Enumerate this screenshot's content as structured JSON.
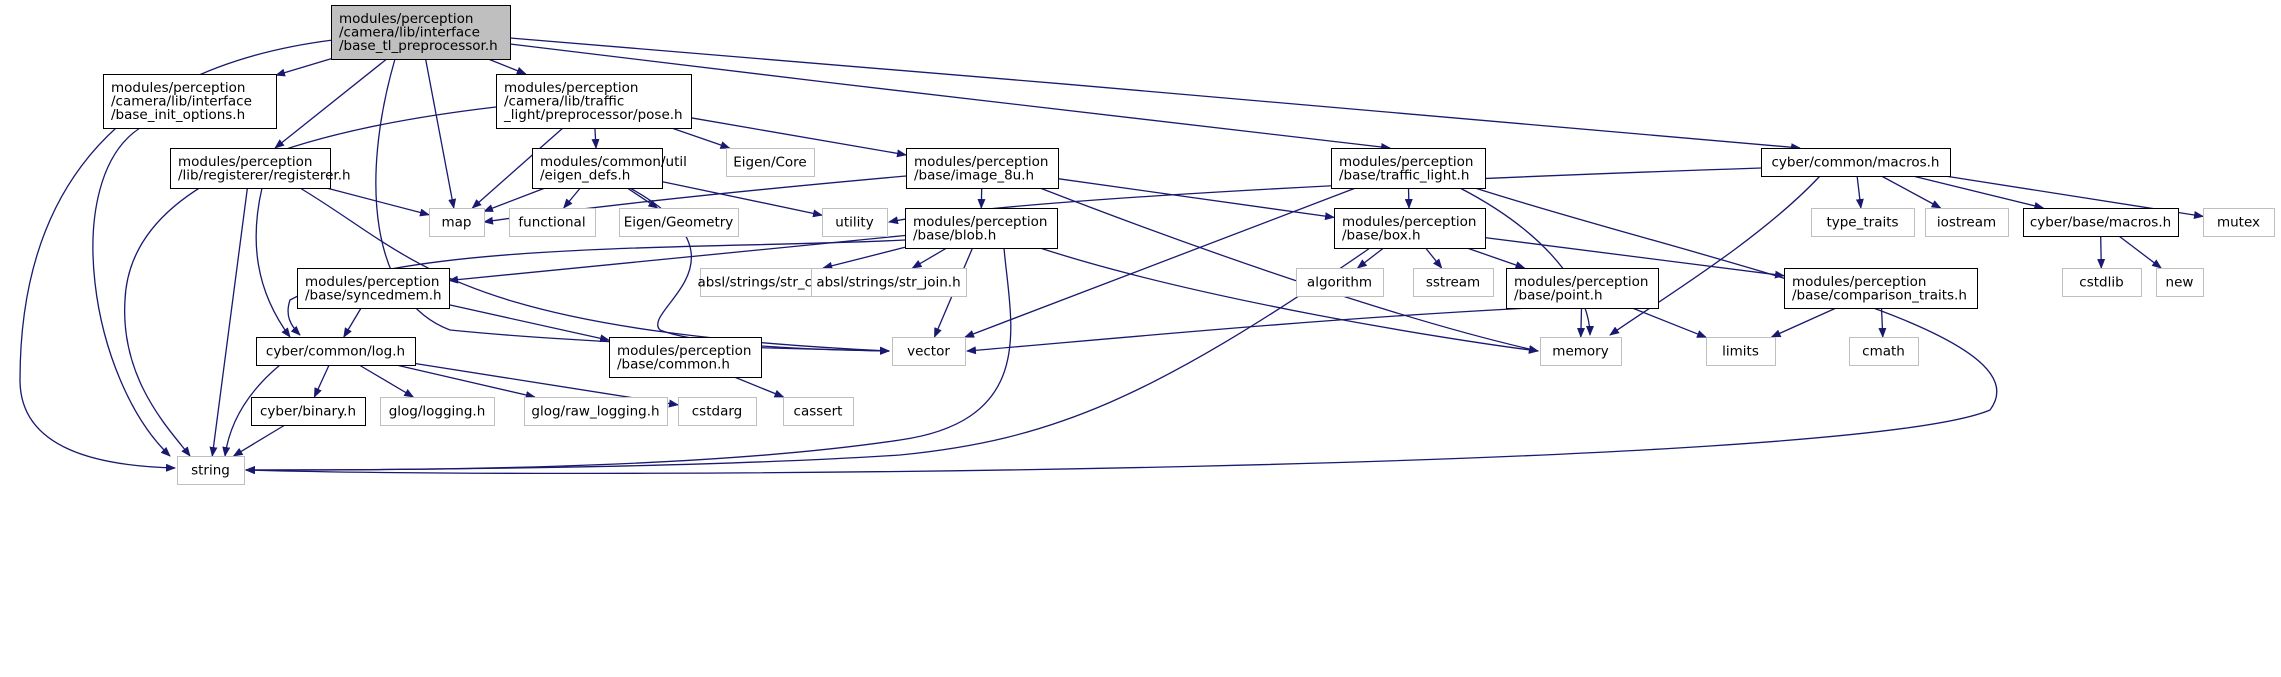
{
  "graph": {
    "colors": {
      "edge": "#191970",
      "root_fill": "#bfbfbf",
      "root_border": "#000000",
      "local_border": "#000000",
      "system_border": "#bfbfbf",
      "system_text": "#000000"
    },
    "nodes": [
      {
        "id": "root",
        "kind": "root",
        "lines": [
          "modules/perception",
          "/camera/lib/interface",
          "/base_tl_preprocessor.h"
        ]
      },
      {
        "id": "init_options",
        "kind": "local",
        "lines": [
          "modules/perception",
          "/camera/lib/interface",
          "/base_init_options.h"
        ]
      },
      {
        "id": "pose",
        "kind": "local",
        "lines": [
          "modules/perception",
          "/camera/lib/traffic",
          "_light/preprocessor/pose.h"
        ]
      },
      {
        "id": "registerer",
        "kind": "local",
        "lines": [
          "modules/perception",
          "/lib/registerer/registerer.h"
        ]
      },
      {
        "id": "eigen_defs",
        "kind": "local",
        "lines": [
          "modules/common/util",
          "/eigen_defs.h"
        ]
      },
      {
        "id": "eigen_core",
        "kind": "system",
        "lines": [
          "Eigen/Core"
        ]
      },
      {
        "id": "image8u",
        "kind": "local",
        "lines": [
          "modules/perception",
          "/base/image_8u.h"
        ]
      },
      {
        "id": "traffic_light",
        "kind": "local",
        "lines": [
          "modules/perception",
          "/base/traffic_light.h"
        ]
      },
      {
        "id": "cyber_macros",
        "kind": "local",
        "lines": [
          "cyber/common/macros.h"
        ]
      },
      {
        "id": "map",
        "kind": "system",
        "lines": [
          "map"
        ]
      },
      {
        "id": "functional",
        "kind": "system",
        "lines": [
          "functional"
        ]
      },
      {
        "id": "eigen_geometry",
        "kind": "system",
        "lines": [
          "Eigen/Geometry"
        ]
      },
      {
        "id": "utility",
        "kind": "system",
        "lines": [
          "utility"
        ]
      },
      {
        "id": "blob",
        "kind": "local",
        "lines": [
          "modules/perception",
          "/base/blob.h"
        ]
      },
      {
        "id": "box",
        "kind": "local",
        "lines": [
          "modules/perception",
          "/base/box.h"
        ]
      },
      {
        "id": "type_traits",
        "kind": "system",
        "lines": [
          "type_traits"
        ]
      },
      {
        "id": "iostream",
        "kind": "system",
        "lines": [
          "iostream"
        ]
      },
      {
        "id": "base_macros",
        "kind": "local",
        "lines": [
          "cyber/base/macros.h"
        ]
      },
      {
        "id": "mutex",
        "kind": "system",
        "lines": [
          "mutex"
        ]
      },
      {
        "id": "syncedmem",
        "kind": "local",
        "lines": [
          "modules/perception",
          "/base/syncedmem.h"
        ]
      },
      {
        "id": "str_cat",
        "kind": "system",
        "lines": [
          "absl/strings/str_cat.h"
        ]
      },
      {
        "id": "str_join",
        "kind": "system",
        "lines": [
          "absl/strings/str_join.h"
        ]
      },
      {
        "id": "algorithm",
        "kind": "system",
        "lines": [
          "algorithm"
        ]
      },
      {
        "id": "sstream",
        "kind": "system",
        "lines": [
          "sstream"
        ]
      },
      {
        "id": "point",
        "kind": "local",
        "lines": [
          "modules/perception",
          "/base/point.h"
        ]
      },
      {
        "id": "comparison",
        "kind": "local",
        "lines": [
          "modules/perception",
          "/base/comparison_traits.h"
        ]
      },
      {
        "id": "cstdlib",
        "kind": "system",
        "lines": [
          "cstdlib"
        ]
      },
      {
        "id": "new",
        "kind": "system",
        "lines": [
          "new"
        ]
      },
      {
        "id": "log",
        "kind": "local",
        "lines": [
          "cyber/common/log.h"
        ]
      },
      {
        "id": "common",
        "kind": "local",
        "lines": [
          "modules/perception",
          "/base/common.h"
        ]
      },
      {
        "id": "vector",
        "kind": "system",
        "lines": [
          "vector"
        ]
      },
      {
        "id": "memory",
        "kind": "system",
        "lines": [
          "memory"
        ]
      },
      {
        "id": "limits",
        "kind": "system",
        "lines": [
          "limits"
        ]
      },
      {
        "id": "cmath",
        "kind": "system",
        "lines": [
          "cmath"
        ]
      },
      {
        "id": "binary",
        "kind": "local",
        "lines": [
          "cyber/binary.h"
        ]
      },
      {
        "id": "glog_logging",
        "kind": "system",
        "lines": [
          "glog/logging.h"
        ]
      },
      {
        "id": "glog_raw",
        "kind": "system",
        "lines": [
          "glog/raw_logging.h"
        ]
      },
      {
        "id": "cstdarg",
        "kind": "system",
        "lines": [
          "cstdarg"
        ]
      },
      {
        "id": "cassert",
        "kind": "system",
        "lines": [
          "cassert"
        ]
      },
      {
        "id": "string",
        "kind": "system",
        "lines": [
          "string"
        ]
      }
    ],
    "edges": [
      {
        "from": "root",
        "to": "string"
      },
      {
        "from": "root",
        "to": "init_options"
      },
      {
        "from": "root",
        "to": "pose"
      },
      {
        "from": "root",
        "to": "registerer"
      },
      {
        "from": "root",
        "to": "map"
      },
      {
        "from": "root",
        "to": "vector"
      },
      {
        "from": "root",
        "to": "traffic_light"
      },
      {
        "from": "root",
        "to": "cyber_macros"
      },
      {
        "from": "init_options",
        "to": "string"
      },
      {
        "from": "pose",
        "to": "string"
      },
      {
        "from": "pose",
        "to": "map"
      },
      {
        "from": "pose",
        "to": "eigen_defs"
      },
      {
        "from": "pose",
        "to": "eigen_core"
      },
      {
        "from": "pose",
        "to": "image8u"
      },
      {
        "from": "registerer",
        "to": "map"
      },
      {
        "from": "registerer",
        "to": "string"
      },
      {
        "from": "registerer",
        "to": "vector"
      },
      {
        "from": "registerer",
        "to": "log"
      },
      {
        "from": "eigen_defs",
        "to": "map"
      },
      {
        "from": "eigen_defs",
        "to": "functional"
      },
      {
        "from": "eigen_defs",
        "to": "eigen_geometry"
      },
      {
        "from": "eigen_defs",
        "to": "utility"
      },
      {
        "from": "eigen_defs",
        "to": "vector"
      },
      {
        "from": "image8u",
        "to": "map"
      },
      {
        "from": "image8u",
        "to": "blob"
      },
      {
        "from": "image8u",
        "to": "box"
      },
      {
        "from": "image8u",
        "to": "memory"
      },
      {
        "from": "traffic_light",
        "to": "box"
      },
      {
        "from": "traffic_light",
        "to": "vector"
      },
      {
        "from": "traffic_light",
        "to": "memory"
      },
      {
        "from": "traffic_light",
        "to": "string"
      },
      {
        "from": "cyber_macros",
        "to": "utility"
      },
      {
        "from": "cyber_macros",
        "to": "type_traits"
      },
      {
        "from": "cyber_macros",
        "to": "iostream"
      },
      {
        "from": "cyber_macros",
        "to": "base_macros"
      },
      {
        "from": "cyber_macros",
        "to": "mutex"
      },
      {
        "from": "cyber_macros",
        "to": "memory"
      },
      {
        "from": "base_macros",
        "to": "cstdlib"
      },
      {
        "from": "base_macros",
        "to": "new"
      },
      {
        "from": "blob",
        "to": "syncedmem"
      },
      {
        "from": "blob",
        "to": "str_cat"
      },
      {
        "from": "blob",
        "to": "str_join"
      },
      {
        "from": "blob",
        "to": "vector"
      },
      {
        "from": "blob",
        "to": "memory"
      },
      {
        "from": "blob",
        "to": "string"
      },
      {
        "from": "blob",
        "to": "log"
      },
      {
        "from": "box",
        "to": "algorithm"
      },
      {
        "from": "box",
        "to": "sstream"
      },
      {
        "from": "box",
        "to": "point"
      },
      {
        "from": "box",
        "to": "comparison"
      },
      {
        "from": "box",
        "to": "string"
      },
      {
        "from": "point",
        "to": "vector"
      },
      {
        "from": "point",
        "to": "memory"
      },
      {
        "from": "point",
        "to": "limits"
      },
      {
        "from": "comparison",
        "to": "limits"
      },
      {
        "from": "comparison",
        "to": "cmath"
      },
      {
        "from": "syncedmem",
        "to": "log"
      },
      {
        "from": "syncedmem",
        "to": "common"
      },
      {
        "from": "common",
        "to": "cassert"
      },
      {
        "from": "log",
        "to": "binary"
      },
      {
        "from": "log",
        "to": "glog_logging"
      },
      {
        "from": "log",
        "to": "glog_raw"
      },
      {
        "from": "log",
        "to": "cstdarg"
      },
      {
        "from": "log",
        "to": "string"
      },
      {
        "from": "binary",
        "to": "string"
      }
    ]
  }
}
